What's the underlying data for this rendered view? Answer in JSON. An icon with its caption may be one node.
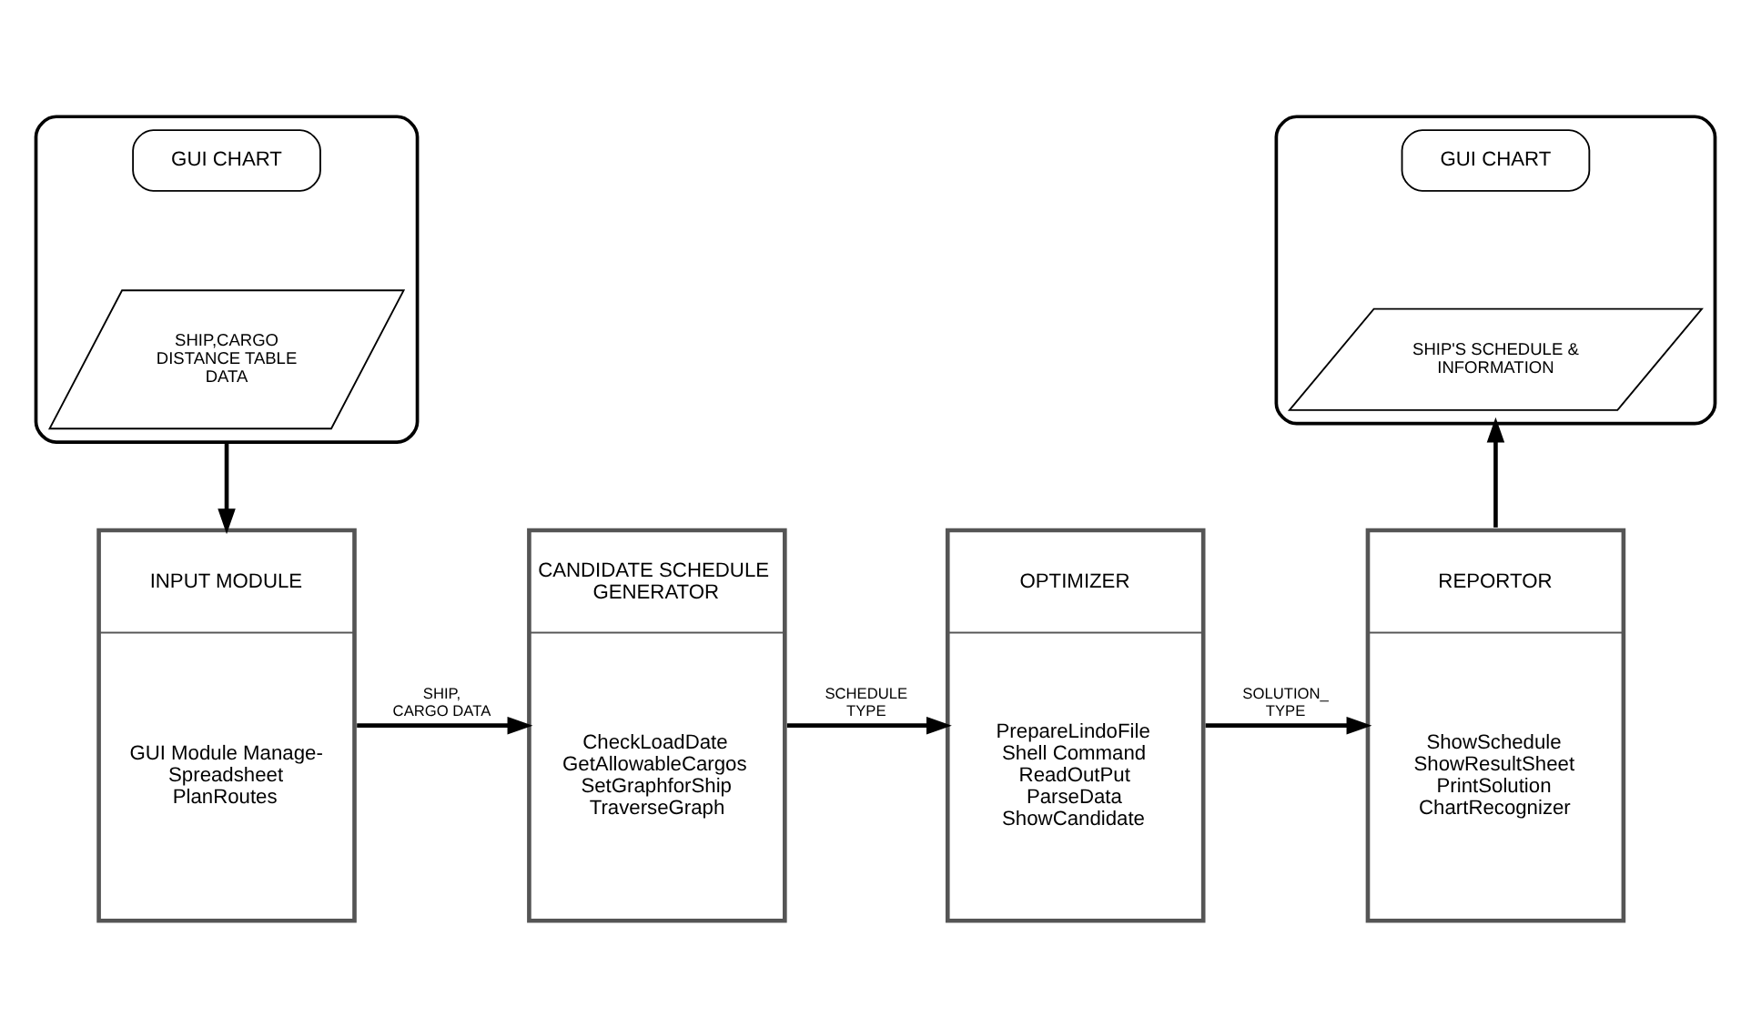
{
  "diagram": {
    "nodes": [
      {
        "text": [],
        "shape": "box"
      },
      {
        "text": [
          "GUI CHART"
        ],
        "in": 0
      },
      {
        "text": [
          "SHIP,CARGO DISTANCE TABLE DATA"
        ],
        "in": 0
      },
      {
        "text": [],
        "shape": "box"
      },
      {
        "text": [
          "GUI CHART"
        ],
        "in": 3
      },
      {
        "text": [
          "SHIP'S SCHEDULE & INFORMATION"
        ],
        "in": 3
      },
      {
        "text": [
          "INPUT MODULE",
          "GUI Module Manage- Spreadsheet PlanRoutes"
        ]
      },
      {
        "text": [
          "CANDIDATE SCHEDULE GENERATOR",
          "CheckLoadDate GetAllowableCargos SetGraphforShip TraverseGraph"
        ]
      },
      {
        "text": [
          "OPTIMIZER",
          "PrepareLindoFile Shell Command ReadOutPut ParseData ShowCandidate"
        ]
      },
      {
        "text": [
          "REPORTOR",
          "ShowSchedule ShowResultSheet PrintSolution ChartRecognizer"
        ]
      }
    ],
    "edges": [
      {
        "from": 0,
        "to": 6,
        "arrow": "to"
      },
      {
        "from": 6,
        "to": 7,
        "arrow": "to",
        "label": "SHIP, CARGO DATA"
      },
      {
        "from": 7,
        "to": 8,
        "arrow": "to",
        "label": "SCHEDULE TYPE"
      },
      {
        "from": 8,
        "to": 9,
        "arrow": "to",
        "label": "SOLUTION_ TYPE"
      },
      {
        "from": 9,
        "to": 3,
        "arrow": "to"
      }
    ]
  }
}
